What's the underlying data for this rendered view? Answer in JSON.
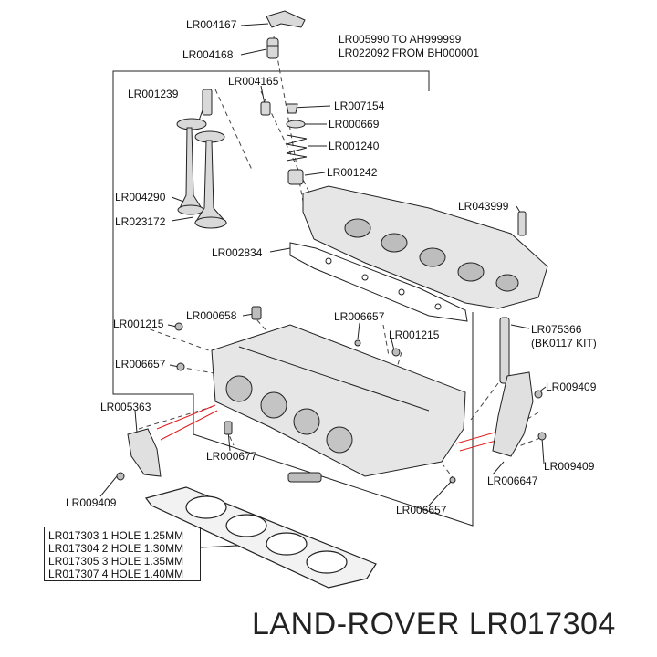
{
  "labels": {
    "rocker": "LR004167",
    "adjuster": "LR004168",
    "range_a": "LR005990 TO AH999999",
    "range_b": "LR022092 FROM BH000001",
    "valve_guide_left": "LR001239",
    "valve_stem_seal": "LR004165",
    "collet": "LR007154",
    "spring_cap": "LR000669",
    "valve_spring": "LR001240",
    "spring_seat": "LR001242",
    "intake_valve": "LR004290",
    "exhaust_valve": "LR023172",
    "cam_carrier_bolt": "LR043999",
    "cam_gasket": "LR002834",
    "plug": "LR000658",
    "stud_left": "LR001215",
    "stud_top": "LR006657",
    "stud_right": "LR001215",
    "bolt_left": "LR006657",
    "head_bolt": "LR075366",
    "head_bolt_kit": "(BK0117 KIT)",
    "bracket_bolt_top": "LR009409",
    "bracket_left": "LR005363",
    "sensor": "LR000677",
    "bracket_bolt_right": "LR009409",
    "bracket_right": "LR006647",
    "bracket_bolt_left": "LR009409",
    "plug_bottom": "LR006657"
  },
  "gasket_options": [
    "LR017303 1 HOLE 1.25MM",
    "LR017304 2 HOLE 1.30MM",
    "LR017305 3 HOLE 1.35MM",
    "LR017307 4 HOLE 1.40MM"
  ],
  "brand": "LAND-ROVER LR017304",
  "colors": {
    "line": "#222222",
    "part_fill": "#d9d9d9",
    "leader_red": "#e31b1b"
  }
}
